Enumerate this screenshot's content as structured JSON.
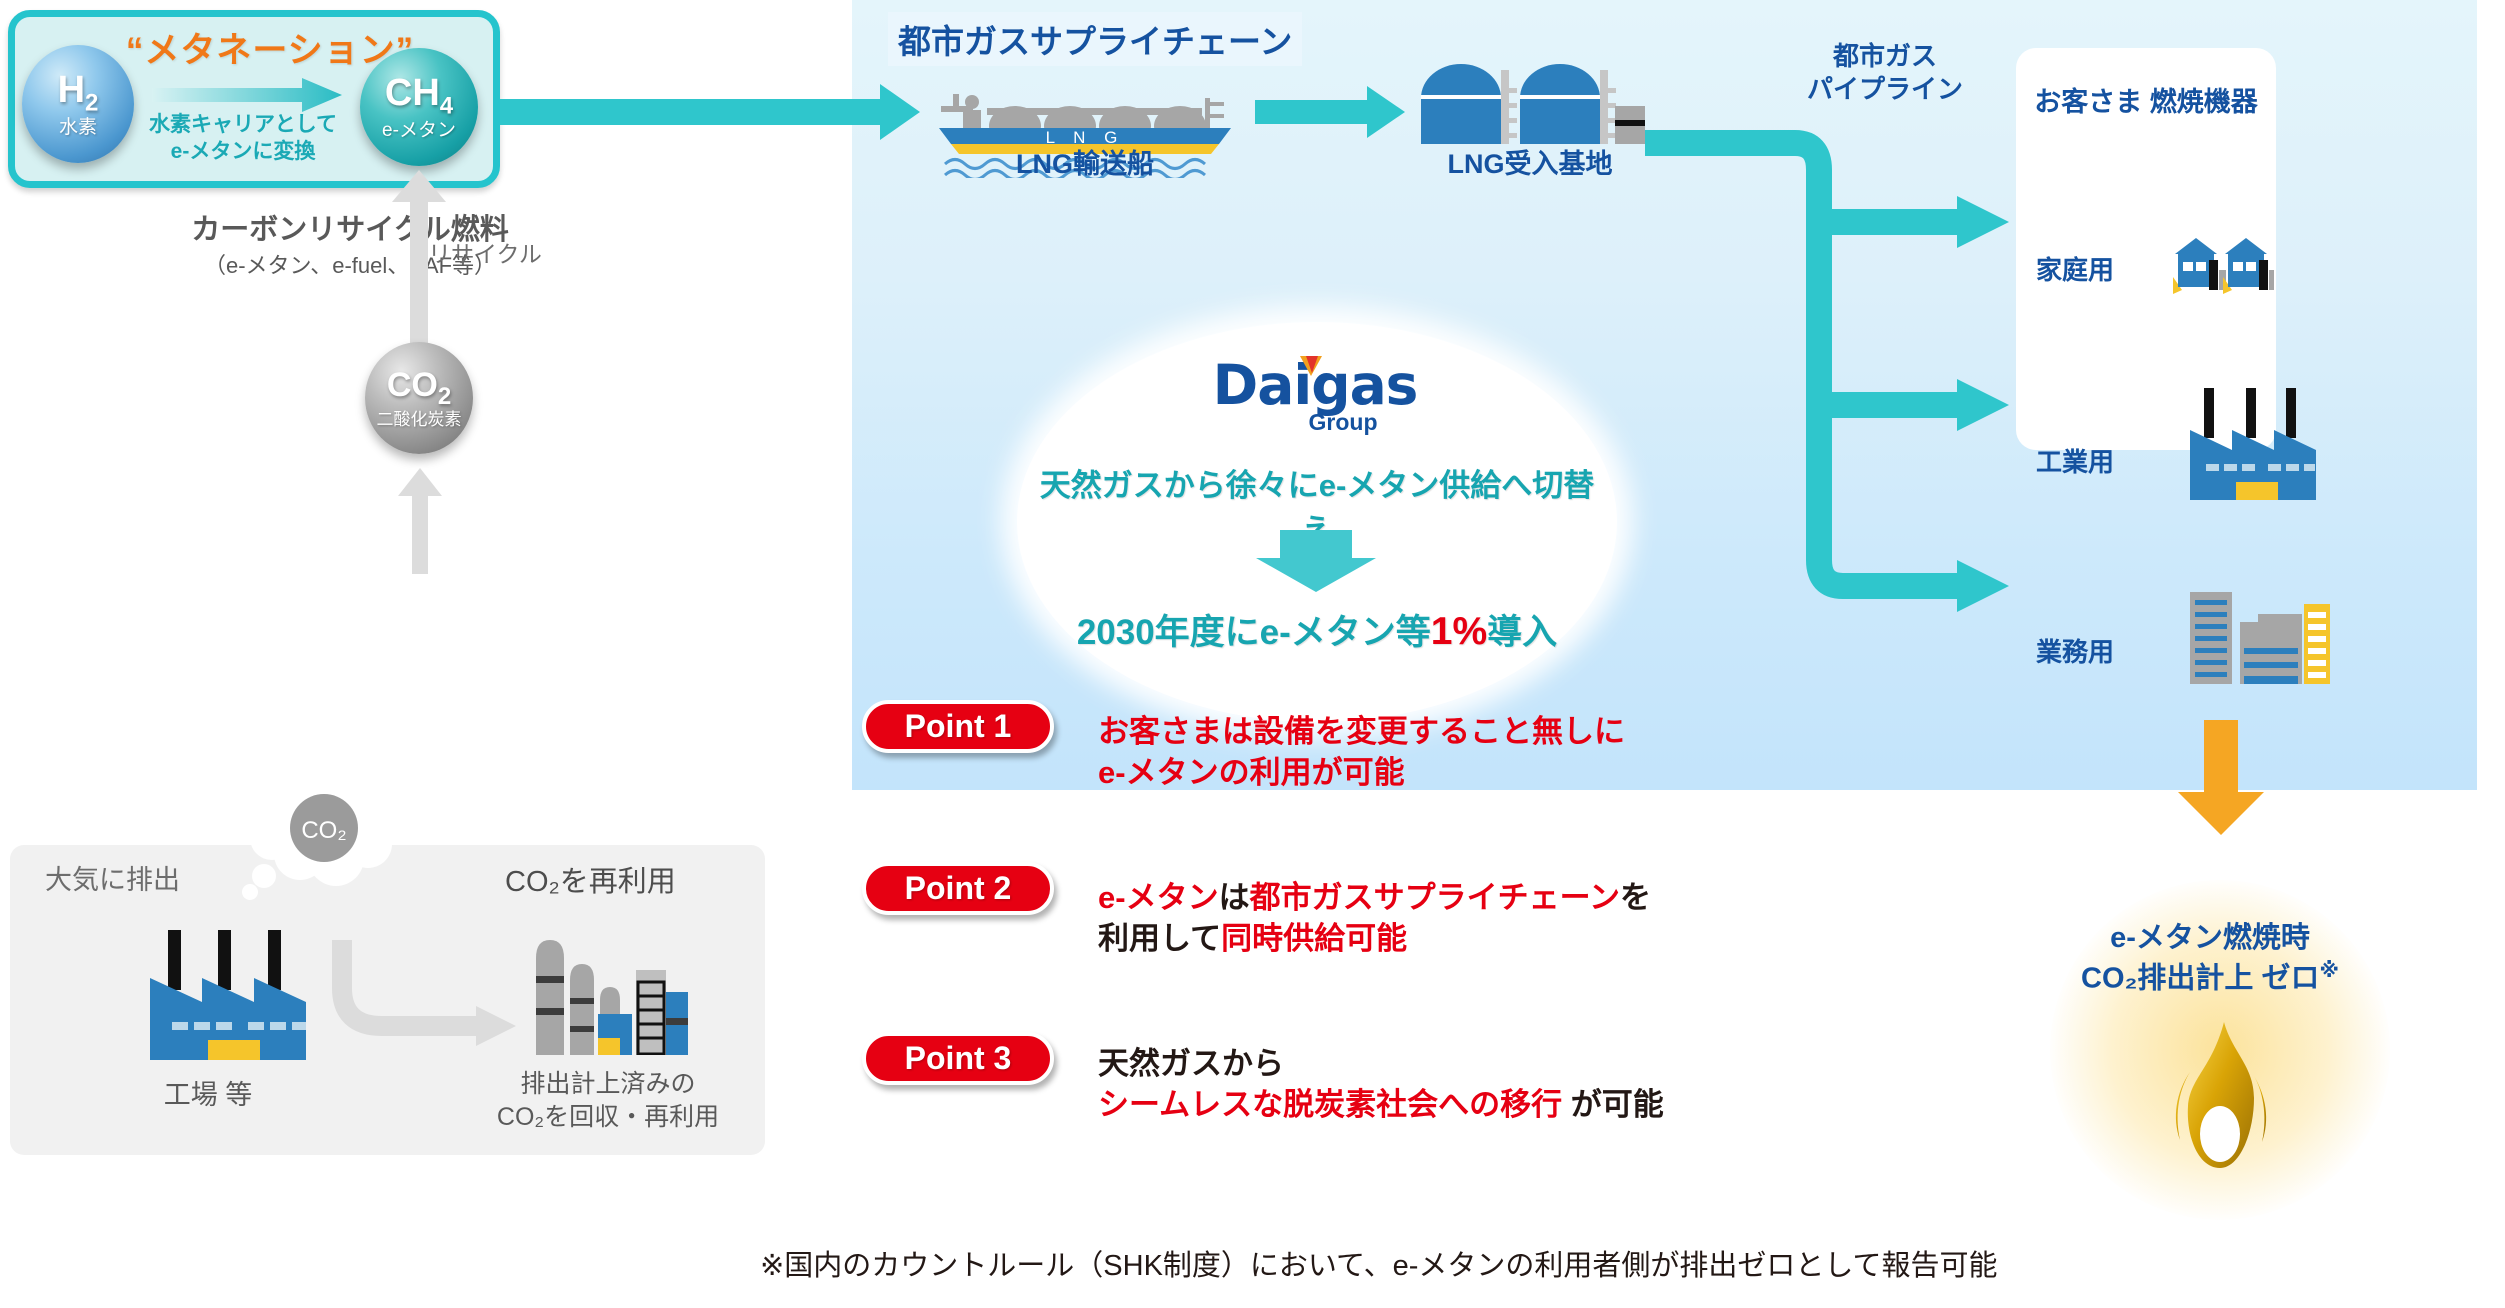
{
  "colors": {
    "teal": "#2fc6cc",
    "panel_blue": "#cde9fb",
    "brand_blue": "#1552a0",
    "point_red": "#e60012",
    "orange": "#f07818",
    "gray_panel": "#f1f1f1",
    "flame_gold": "#d9a406"
  },
  "methanation": {
    "title": "“メタネーション”",
    "h2_formula": "H",
    "h2_sub": "2",
    "h2_label": "水素",
    "ch4_formula": "CH",
    "ch4_sub": "4",
    "ch4_label": "e-メタン",
    "conversion_caption_line1": "水素キャリアとして",
    "conversion_caption_line2": "e-メタンに変換"
  },
  "carbon_recycle": {
    "title": "カーボンリサイクル燃料",
    "subtitle": "（e-メタン、e-fuel、SAF等）",
    "recycle_label": "リサイクル",
    "co2_formula": "CO",
    "co2_sub": "2",
    "co2_label": "二酸化炭素"
  },
  "factory_panel": {
    "emit_label": "大気に排出",
    "cloud_label": "CO₂",
    "factory_label": "工場 等",
    "reuse_title": "CO₂を再利用",
    "reuse_caption_line1": "排出計上済みの",
    "reuse_caption_line2": "CO₂を回収・再利用"
  },
  "supply_chain": {
    "title": "都市ガスサプライチェーン",
    "ship_hull_text": "L N G",
    "ship_label": "LNG輸送船",
    "terminal_label": "LNG受入基地",
    "pipeline_label_line1": "都市ガス",
    "pipeline_label_line2": "パイプライン"
  },
  "customer": {
    "title": "お客さま 燃焼機器",
    "rows": [
      {
        "label": "家庭用",
        "icon": "houses-icon"
      },
      {
        "label": "工業用",
        "icon": "factory-icon"
      },
      {
        "label": "業務用",
        "icon": "buildings-icon"
      }
    ]
  },
  "oval": {
    "logo_main": "Daigas",
    "logo_sub": "Group",
    "line1": "天然ガスから徐々にe-メタン供給へ切替え",
    "line2_prefix": "2030年度にe-メタン等",
    "line2_pct": "1%",
    "line2_suffix": "導入"
  },
  "points": [
    {
      "badge": "Point 1",
      "line1": "お客さまは設備を変更すること無しに",
      "line2": "e-メタンの利用が可能"
    },
    {
      "badge": "Point 2",
      "line1_a": "e-メタン",
      "line1_b": "は",
      "line1_c": "都市ガスサプライチェーン",
      "line1_d": "を",
      "line2_a": "利用して",
      "line2_b": "同時供給可能"
    },
    {
      "badge": "Point 3",
      "line1": "天然ガスから",
      "line2_a": "シームレスな脱炭素社会への移行",
      "line2_b": " が可能"
    }
  ],
  "zero_emission": {
    "line1": "e-メタン燃焼時",
    "line2": "CO₂排出計上 ゼロ",
    "mark": "※"
  },
  "footnote": "※国内のカウントルール（SHK制度）において、e-メタンの利用者側が排出ゼロとして報告可能"
}
